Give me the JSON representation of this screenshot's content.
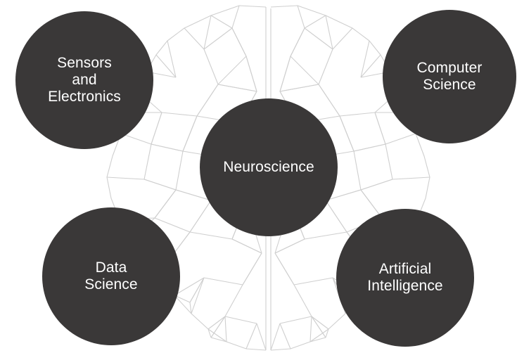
{
  "background_color": "#ffffff",
  "node_color": "#3a3838",
  "mesh_color": "#cfcfcf",
  "nodes": {
    "sensors": {
      "lines": [
        "Sensors",
        "and",
        "Electronics"
      ]
    },
    "computer_science": {
      "lines": [
        "Computer",
        "Science"
      ]
    },
    "neuroscience": {
      "lines": [
        "Neuroscience"
      ]
    },
    "data_science": {
      "lines": [
        "Data",
        "Science"
      ]
    },
    "artificial_intelligence": {
      "lines": [
        "Artificial",
        "Intelligence"
      ]
    }
  },
  "mesh_shape": "low-poly brain outline (two hemispheres)"
}
